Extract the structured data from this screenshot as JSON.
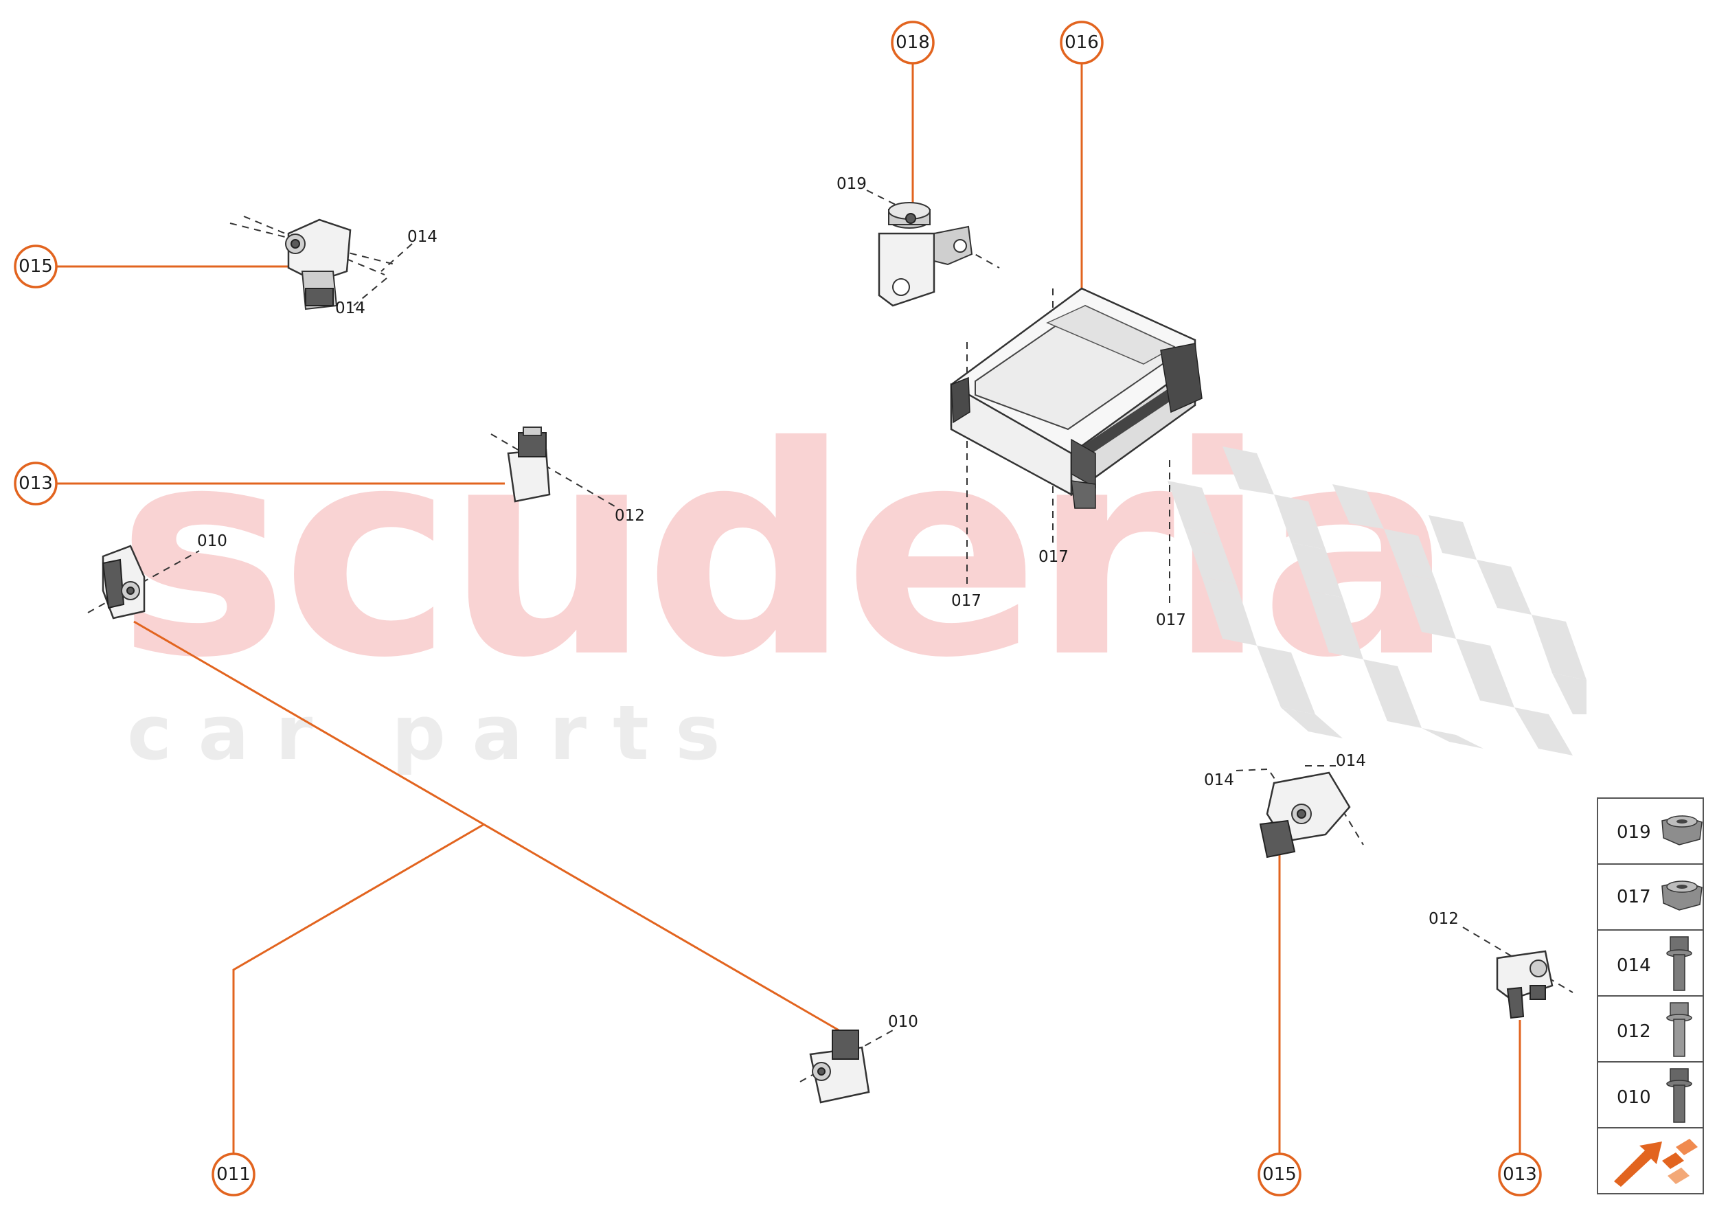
{
  "watermark": {
    "main": "scuderia",
    "sub": "c a r   p a r t s"
  },
  "callouts": {
    "c018": "018",
    "c016": "016",
    "c015_top": "015",
    "c013_left": "013",
    "c011": "011",
    "c015_bottom": "015",
    "c013_bottom": "013"
  },
  "labels": {
    "l019": "019",
    "l014_a": "014",
    "l014_b": "014",
    "l012_a": "012",
    "l010_a": "010",
    "l017_a": "017",
    "l017_b": "017",
    "l017_c": "017",
    "l010_b": "010",
    "l014_c": "014",
    "l014_d": "014",
    "l012_b": "012"
  },
  "legend": {
    "items": [
      {
        "code": "019",
        "icon": "flange-nut-icon"
      },
      {
        "code": "017",
        "icon": "flange-nut-icon"
      },
      {
        "code": "014",
        "icon": "hex-bolt-icon"
      },
      {
        "code": "012",
        "icon": "hex-bolt-icon"
      },
      {
        "code": "010",
        "icon": "hex-bolt-icon"
      }
    ],
    "accent": "#e2641f"
  }
}
